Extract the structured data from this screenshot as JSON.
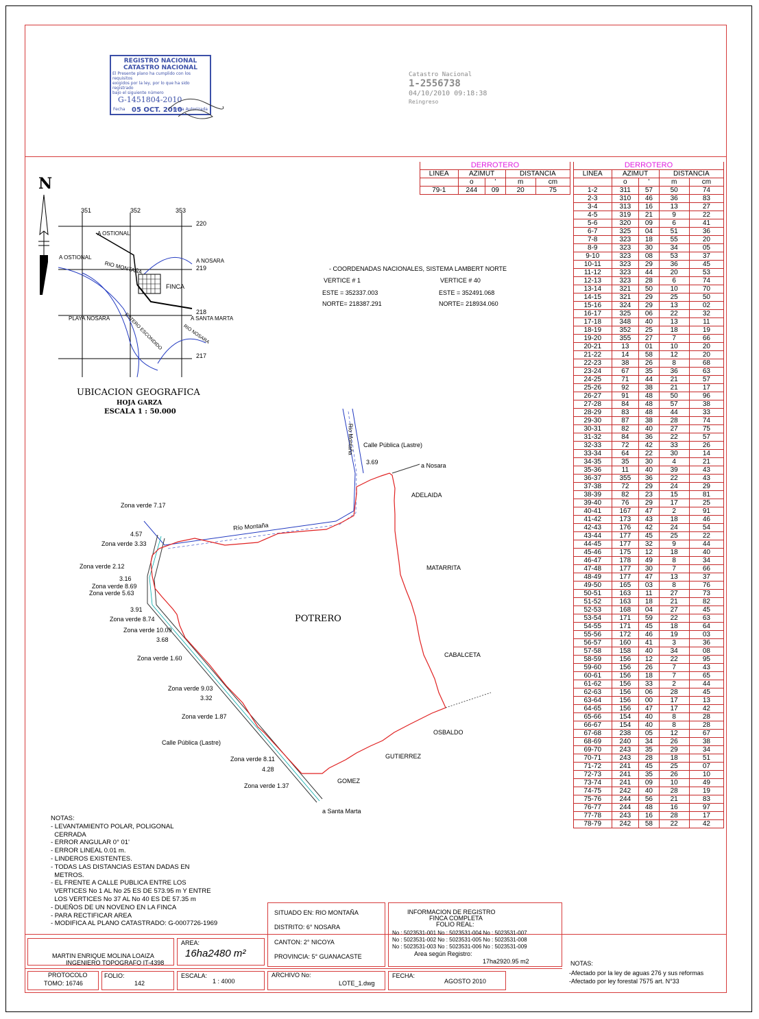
{
  "stamp": {
    "line1": "REGISTRO NACIONAL",
    "line2": "CATASTRO NACIONAL",
    "line3": "El Presente plano ha cumplido con los requisitos",
    "line4": "exigidos por la ley, por lo que ha sido registrado",
    "line5": "bajo el siguiente número",
    "number": "G-1451804-2010",
    "date": "05 OCT. 2010",
    "fecha_label": "Fecha",
    "firma_label": "Firma Autorizada"
  },
  "catastro": {
    "title": "Catastro Nacional",
    "number": "1-2556738",
    "datetime": "04/10/2010 09:18:38",
    "status": "Reingreso"
  },
  "derrotero_small": {
    "title": "DERROTERO",
    "h_linea": "LINEA",
    "h_azimut": "AZIMUT",
    "h_distancia": "DISTANCIA",
    "u_deg": "o",
    "u_min": "'",
    "u_m": "m",
    "u_cm": "cm",
    "rows": [
      [
        "79-1",
        "244",
        "09",
        "20",
        "75"
      ]
    ]
  },
  "derrotero": {
    "title": "DERROTERO",
    "h_linea": "LINEA",
    "h_azimut": "AZIMUT",
    "h_distancia": "DISTANCIA",
    "u_deg": "o",
    "u_min": "'",
    "u_m": "m",
    "u_cm": "cm",
    "rows": [
      [
        "1-2",
        "311",
        "57",
        "50",
        "74"
      ],
      [
        "2-3",
        "310",
        "46",
        "36",
        "83"
      ],
      [
        "3-4",
        "313",
        "16",
        "13",
        "27"
      ],
      [
        "4-5",
        "319",
        "21",
        "9",
        "22"
      ],
      [
        "5-6",
        "320",
        "09",
        "6",
        "41"
      ],
      [
        "6-7",
        "325",
        "04",
        "51",
        "36"
      ],
      [
        "7-8",
        "323",
        "18",
        "55",
        "20"
      ],
      [
        "8-9",
        "323",
        "30",
        "34",
        "05"
      ],
      [
        "9-10",
        "323",
        "08",
        "53",
        "37"
      ],
      [
        "10-11",
        "323",
        "29",
        "36",
        "45"
      ],
      [
        "11-12",
        "323",
        "44",
        "20",
        "53"
      ],
      [
        "12-13",
        "323",
        "28",
        "6",
        "74"
      ],
      [
        "13-14",
        "321",
        "50",
        "10",
        "70"
      ],
      [
        "14-15",
        "321",
        "29",
        "25",
        "50"
      ],
      [
        "15-16",
        "324",
        "29",
        "13",
        "02"
      ],
      [
        "16-17",
        "325",
        "06",
        "22",
        "32"
      ],
      [
        "17-18",
        "348",
        "40",
        "13",
        "11"
      ],
      [
        "18-19",
        "352",
        "25",
        "18",
        "19"
      ],
      [
        "19-20",
        "355",
        "27",
        "7",
        "66"
      ],
      [
        "20-21",
        "13",
        "01",
        "10",
        "20"
      ],
      [
        "21-22",
        "14",
        "58",
        "12",
        "20"
      ],
      [
        "22-23",
        "38",
        "26",
        "8",
        "68"
      ],
      [
        "23-24",
        "67",
        "35",
        "36",
        "63"
      ],
      [
        "24-25",
        "71",
        "44",
        "21",
        "57"
      ],
      [
        "25-26",
        "92",
        "38",
        "21",
        "17"
      ],
      [
        "26-27",
        "91",
        "48",
        "50",
        "96"
      ],
      [
        "27-28",
        "84",
        "48",
        "57",
        "38"
      ],
      [
        "28-29",
        "83",
        "48",
        "44",
        "33"
      ],
      [
        "29-30",
        "87",
        "38",
        "28",
        "74"
      ],
      [
        "30-31",
        "82",
        "40",
        "27",
        "75"
      ],
      [
        "31-32",
        "84",
        "36",
        "22",
        "57"
      ],
      [
        "32-33",
        "72",
        "42",
        "33",
        "26"
      ],
      [
        "33-34",
        "64",
        "22",
        "30",
        "14"
      ],
      [
        "34-35",
        "35",
        "30",
        "4",
        "21"
      ],
      [
        "35-36",
        "11",
        "40",
        "39",
        "43"
      ],
      [
        "36-37",
        "355",
        "36",
        "22",
        "43"
      ],
      [
        "37-38",
        "72",
        "29",
        "24",
        "29"
      ],
      [
        "38-39",
        "82",
        "23",
        "15",
        "81"
      ],
      [
        "39-40",
        "76",
        "29",
        "17",
        "25"
      ],
      [
        "40-41",
        "167",
        "47",
        "2",
        "91"
      ],
      [
        "41-42",
        "173",
        "43",
        "18",
        "46"
      ],
      [
        "42-43",
        "176",
        "42",
        "24",
        "54"
      ],
      [
        "43-44",
        "177",
        "45",
        "25",
        "22"
      ],
      [
        "44-45",
        "177",
        "32",
        "9",
        "44"
      ],
      [
        "45-46",
        "175",
        "12",
        "18",
        "40"
      ],
      [
        "46-47",
        "178",
        "49",
        "8",
        "34"
      ],
      [
        "47-48",
        "177",
        "30",
        "7",
        "66"
      ],
      [
        "48-49",
        "177",
        "47",
        "13",
        "37"
      ],
      [
        "49-50",
        "165",
        "03",
        "8",
        "76"
      ],
      [
        "50-51",
        "163",
        "11",
        "27",
        "73"
      ],
      [
        "51-52",
        "163",
        "18",
        "21",
        "82"
      ],
      [
        "52-53",
        "168",
        "04",
        "27",
        "45"
      ],
      [
        "53-54",
        "171",
        "59",
        "22",
        "63"
      ],
      [
        "54-55",
        "171",
        "45",
        "18",
        "64"
      ],
      [
        "55-56",
        "172",
        "46",
        "19",
        "03"
      ],
      [
        "56-57",
        "160",
        "41",
        "3",
        "36"
      ],
      [
        "57-58",
        "158",
        "40",
        "34",
        "08"
      ],
      [
        "58-59",
        "156",
        "12",
        "22",
        "95"
      ],
      [
        "59-60",
        "156",
        "26",
        "7",
        "43"
      ],
      [
        "60-61",
        "156",
        "18",
        "7",
        "65"
      ],
      [
        "61-62",
        "156",
        "33",
        "2",
        "44"
      ],
      [
        "62-63",
        "156",
        "06",
        "28",
        "45"
      ],
      [
        "63-64",
        "156",
        "00",
        "17",
        "13"
      ],
      [
        "64-65",
        "156",
        "47",
        "17",
        "42"
      ],
      [
        "65-66",
        "154",
        "40",
        "8",
        "28"
      ],
      [
        "66-67",
        "154",
        "40",
        "8",
        "28"
      ],
      [
        "67-68",
        "238",
        "05",
        "12",
        "67"
      ],
      [
        "68-69",
        "240",
        "34",
        "26",
        "38"
      ],
      [
        "69-70",
        "243",
        "35",
        "29",
        "34"
      ],
      [
        "70-71",
        "243",
        "28",
        "18",
        "51"
      ],
      [
        "71-72",
        "241",
        "45",
        "25",
        "07"
      ],
      [
        "72-73",
        "241",
        "35",
        "26",
        "10"
      ],
      [
        "73-74",
        "241",
        "09",
        "10",
        "49"
      ],
      [
        "74-75",
        "242",
        "40",
        "28",
        "19"
      ],
      [
        "75-76",
        "244",
        "56",
        "21",
        "83"
      ],
      [
        "76-77",
        "244",
        "48",
        "16",
        "97"
      ],
      [
        "77-78",
        "243",
        "16",
        "28",
        "17"
      ],
      [
        "78-79",
        "242",
        "58",
        "22",
        "42"
      ]
    ]
  },
  "location_map": {
    "north": "N",
    "grid_x": [
      "351",
      "352",
      "353"
    ],
    "grid_y": [
      "220",
      "219",
      "218",
      "217"
    ],
    "labels": [
      "A OSTIONAL",
      "A OSTIONAL",
      "RIO MONTAÑA",
      "A NOSARA",
      "FINCA",
      "PLAYA NOSARA",
      "ESTERO ESCONDIDO",
      "A SANTA MARTA",
      "RIO NOSARA"
    ],
    "title": "UBICACION GEOGRAFICA",
    "sheet": "HOJA GARZA",
    "scale": "ESCALA 1 : 50.000"
  },
  "coords": {
    "header": "- COORDENADAS NACIONALES, SISTEMA LAMBERT NORTE",
    "v1": "VERTICE # 1",
    "v1_este": "ESTE = 352337.003",
    "v1_norte": "NORTE= 218387.291",
    "v40": "VERTICE # 40",
    "v40_este": "ESTE = 352491.068",
    "v40_norte": "NORTE= 218934.060"
  },
  "plan": {
    "potrero": "POTRERO",
    "neighbors": [
      "ADELAIDA",
      "MATARRITA",
      "CABALCETA",
      "OSBALDO",
      "GUTIERREZ",
      "GOMEZ"
    ],
    "streets": [
      "Calle Pública (Lastre)",
      "Calle Pública (Lastre)",
      "a Nosara",
      "a Santa Marta",
      "Río Montaña",
      "Río Montaña"
    ],
    "zonas": [
      "Zona verde 7.17",
      "Zona verde 3.33",
      "Zona verde 2.12",
      "Zona verde 8.69",
      "Zona verde 5.63",
      "Zona verde 8.74",
      "Zona verde 10.09",
      "Zona verde 1.60",
      "Zona verde 9.03",
      "Zona verde 1.87",
      "Zona verde 8.11",
      "Zona verde 1.37"
    ],
    "dims": [
      "3.69",
      "4.57",
      "3.16",
      "3.91",
      "3.68",
      "3.32",
      "4.28"
    ]
  },
  "notas": {
    "title": "NOTAS:",
    "items": [
      "- LEVANTAMIENTO POLAR, POLIGONAL",
      "  CERRADA",
      "- ERROR ANGULAR 0° 01'",
      "- ERROR LINEAL 0.01 m.",
      "- LINDEROS EXISTENTES.",
      "- TODAS LAS DISTANCIAS ESTAN DADAS EN",
      "  METROS.",
      "- EL FRENTE A CALLE PUBLICA ENTRE LOS",
      "  VERTICES No 1 AL No 25 ES DE 573.95 m Y ENTRE",
      "  LOS VERTICES No 37 AL No 40 ES DE 57.35 m",
      "- DUEÑOS DE UN NOVENO EN LA FINCA",
      "- PARA RECTIFICAR AREA",
      "- MODIFICA AL PLANO CATASTRADO: G-0007726-1969"
    ]
  },
  "title_block": {
    "surveyor": "MARTIN ENRIQUE MOLINA LOAIZA",
    "surveyor_title": "INGENIERO TOPOGRAFO IT-4398",
    "area_label": "AREA:",
    "area_value": "16ha2480 m²",
    "situado": "SITUADO EN: RIO MONTAÑA",
    "distrito": "DISTRITO:    6° NOSARA",
    "canton": "CANTON:    2° NICOYA",
    "provincia": "PROVINCIA: 5° GUANACASTE",
    "reg_title": "INFORMACION DE REGISTRO",
    "reg_sub": "FINCA COMPLETA",
    "reg_folio": "FOLIO REAL:",
    "reg_r1": "No : 5023531-001   No : 5023531-004   No : 5023531-007",
    "reg_r2": "No : 5023531-002   No : 5023531-005   No : 5023531-008",
    "reg_r3": "No : 5023531-003   No : 5023531-006   No : 5023531-009",
    "reg_area_label": "Area según Registro:",
    "reg_area": "17ha2920.95 m2",
    "protocolo_label": "PROTOCOLO",
    "tomo": "TOMO: 16746",
    "folio_label": "FOLIO:",
    "folio": "142",
    "escala_label": "ESCALA:",
    "escala": "1 : 4000",
    "archivo_label": "ARCHIVO No:",
    "archivo": "LOTE_1.dwg",
    "fecha_label": "FECHA:",
    "fecha": "AGOSTO 2010",
    "notas_label": "NOTAS:",
    "nota1": "-Afectado por la ley de aguas 276 y sus reformas",
    "nota2": "-Afectado por ley forestal 7575 art. N°33"
  }
}
